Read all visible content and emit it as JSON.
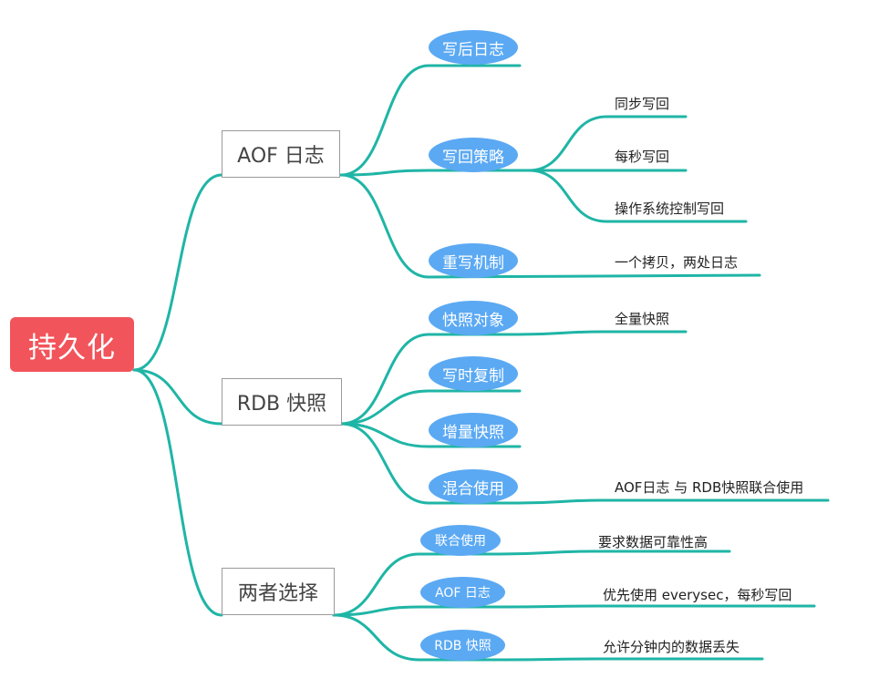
{
  "root": {
    "label": "持久化"
  },
  "branches": [
    {
      "label": "AOF 日志",
      "children": [
        {
          "label": "写后日志",
          "leaves": []
        },
        {
          "label": "写回策略",
          "leaves": [
            "同步写回",
            "每秒写回",
            "操作系统控制写回"
          ]
        },
        {
          "label": "重写机制",
          "leaves": [
            "一个拷贝，两处日志"
          ]
        }
      ]
    },
    {
      "label": "RDB 快照",
      "children": [
        {
          "label": "快照对象",
          "leaves": [
            "全量快照"
          ]
        },
        {
          "label": "写时复制",
          "leaves": []
        },
        {
          "label": "增量快照",
          "leaves": []
        },
        {
          "label": "混合使用",
          "leaves": [
            "AOF日志 与 RDB快照联合使用"
          ]
        }
      ]
    },
    {
      "label": "两者选择",
      "children": [
        {
          "label": "联合使用",
          "leaves": [
            "要求数据可靠性高"
          ]
        },
        {
          "label": "AOF 日志",
          "leaves": [
            "优先使用 everysec，每秒写回"
          ]
        },
        {
          "label": "RDB 快照",
          "leaves": [
            "允许分钟内的数据丢失"
          ]
        }
      ]
    }
  ],
  "colors": {
    "connector": "#1fb5a6",
    "root_fill": "#f2545b",
    "pill_fill": "#5ba9f3"
  }
}
